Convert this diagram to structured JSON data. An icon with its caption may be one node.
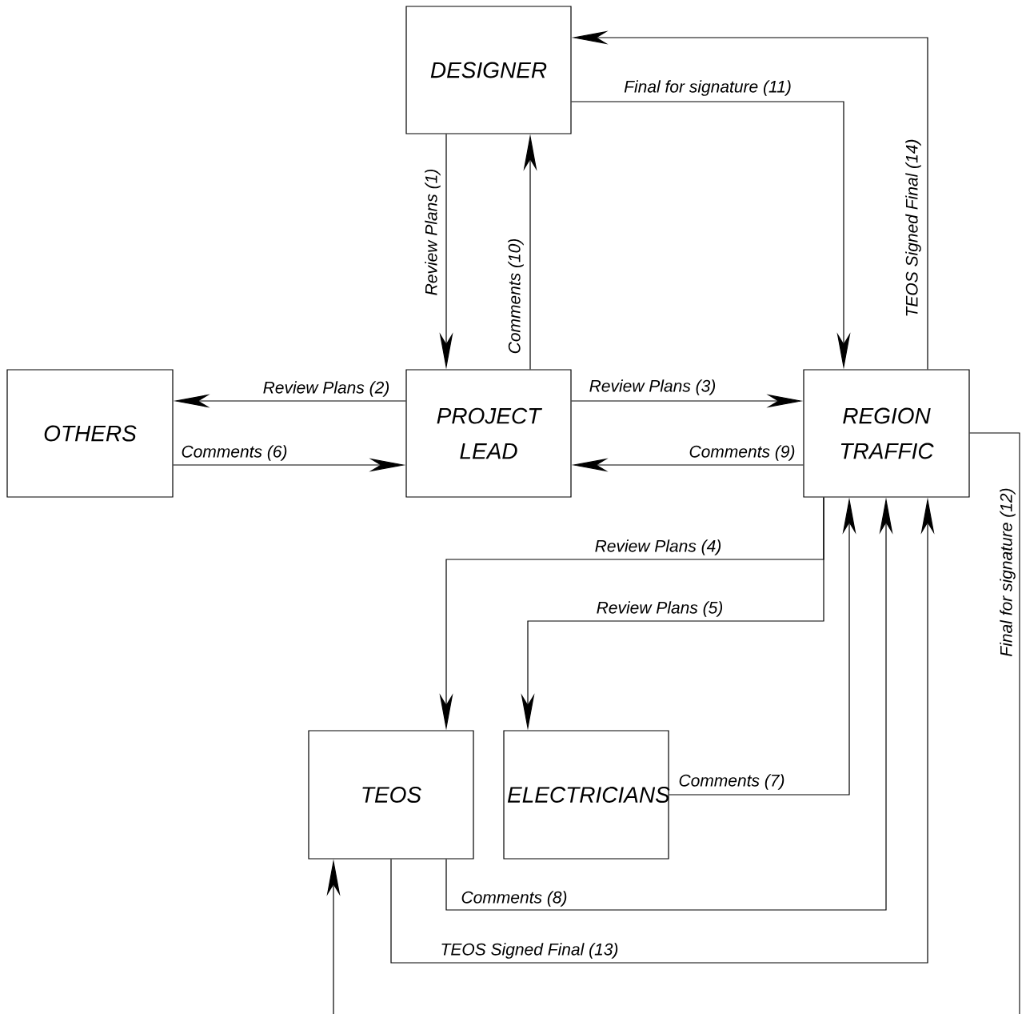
{
  "diagram": {
    "nodes": [
      {
        "text": [
          "DESIGNER"
        ]
      },
      {
        "text": [
          "OTHERS"
        ]
      },
      {
        "text": [
          "PROJECT LEAD"
        ]
      },
      {
        "text": [
          "REGION TRAFFIC"
        ]
      },
      {
        "text": [
          "TEOS"
        ]
      },
      {
        "text": [
          "ELECTRICIANS"
        ]
      }
    ],
    "edges": [
      {
        "from": 0,
        "to": 2,
        "arrow": "to",
        "label": "Review Plans (1)"
      },
      {
        "from": 2,
        "to": 1,
        "arrow": "to",
        "label": "Review Plans (2)"
      },
      {
        "from": 2,
        "to": 3,
        "arrow": "to",
        "label": "Review Plans (3)"
      },
      {
        "from": 3,
        "to": 4,
        "arrow": "to",
        "label": "Review Plans (4)"
      },
      {
        "from": 3,
        "to": 5,
        "arrow": "to",
        "label": "Review Plans (5)"
      },
      {
        "from": 1,
        "to": 2,
        "arrow": "to",
        "label": "Comments (6)"
      },
      {
        "from": 5,
        "to": 3,
        "arrow": "to",
        "label": "Comments (7)"
      },
      {
        "from": 4,
        "to": 3,
        "arrow": "to",
        "label": "Comments (8)"
      },
      {
        "from": 3,
        "to": 2,
        "arrow": "to",
        "label": "Comments (9)"
      },
      {
        "from": 2,
        "to": 0,
        "arrow": "to",
        "label": "Comments (10)"
      },
      {
        "from": 0,
        "to": 3,
        "arrow": "to",
        "label": "Final for signature (11)"
      },
      {
        "from": 3,
        "to": null,
        "arrow": "none",
        "label": "Final for signature (12)"
      },
      {
        "from": 4,
        "to": 3,
        "arrow": "to",
        "label": "TEOS Signed Final (13)"
      },
      {
        "from": 3,
        "to": 0,
        "arrow": "to",
        "label": "TEOS Signed Final (14)"
      },
      {
        "from": null,
        "to": 4,
        "arrow": "to"
      }
    ]
  }
}
